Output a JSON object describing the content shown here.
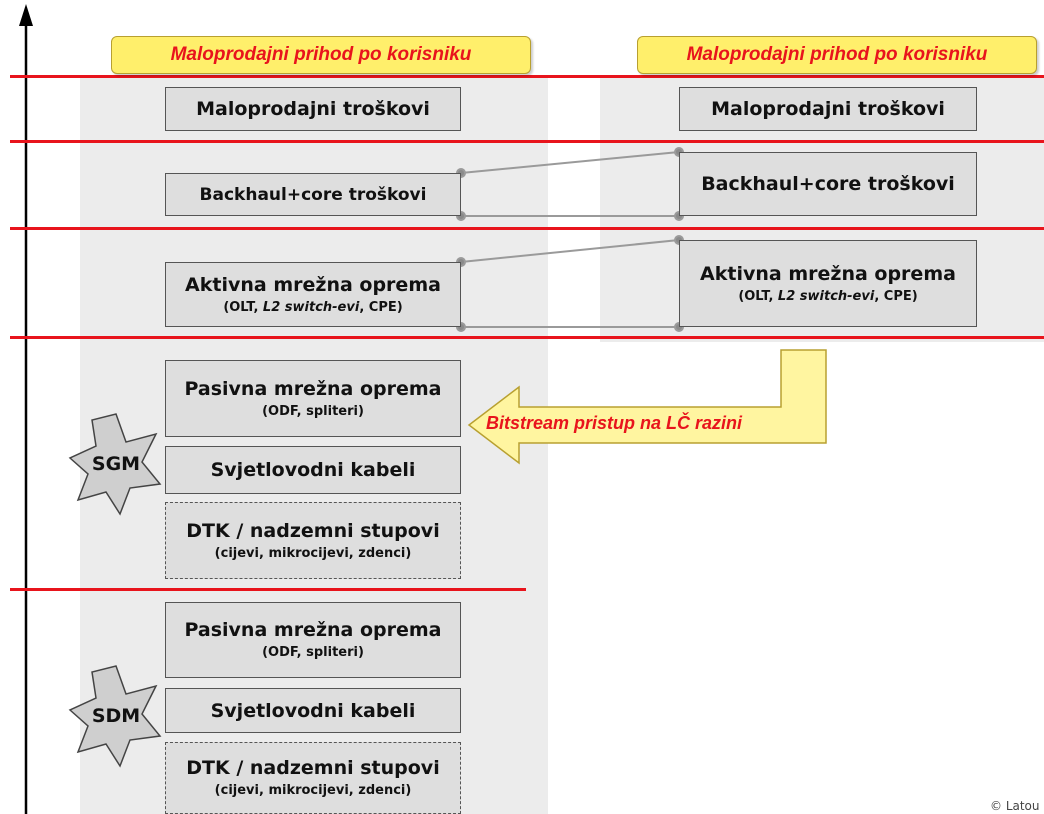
{
  "header": {
    "left_callout": "Maloprodajni prihod po korisniku",
    "right_callout": "Maloprodajni prihod po korisniku"
  },
  "left_column": {
    "retail_costs": "Maloprodajni troškovi",
    "backhaul": "Backhaul+core troškovi",
    "active_main": "Aktivna mrežna oprema",
    "active_sub_a": "(OLT, ",
    "active_sub_b": "L2 switch-evi",
    "active_sub_c": ", CPE)",
    "sgm": {
      "passive_main": "Pasivna mrežna oprema",
      "passive_sub": "(ODF, spliteri)",
      "fiber": "Svjetlovodni kabeli",
      "dtk_main": "DTK / nadzemni stupovi",
      "dtk_sub": "(cijevi, mikrocijevi, zdenci)",
      "badge": "SGM"
    },
    "sdm": {
      "passive_main": "Pasivna mrežna oprema",
      "passive_sub": "(ODF, spliteri)",
      "fiber": "Svjetlovodni kabeli",
      "dtk_main": "DTK / nadzemni stupovi",
      "dtk_sub": "(cijevi, mikrocijevi, zdenci)",
      "badge": "SDM"
    }
  },
  "right_column": {
    "retail_costs": "Maloprodajni troškovi",
    "backhaul": "Backhaul+core troškovi",
    "active_main": "Aktivna mrežna oprema",
    "active_sub_a": "(OLT, ",
    "active_sub_b": "L2 switch-evi",
    "active_sub_c": ", CPE)"
  },
  "bitstream_arrow": "Bitstream pristup na LČ razini",
  "copyright": "© Latou",
  "colors": {
    "red_line": "#e8141c",
    "callout_fill": "#ffef6b",
    "box_fill": "#dedede",
    "column_bg": "#ececec"
  }
}
